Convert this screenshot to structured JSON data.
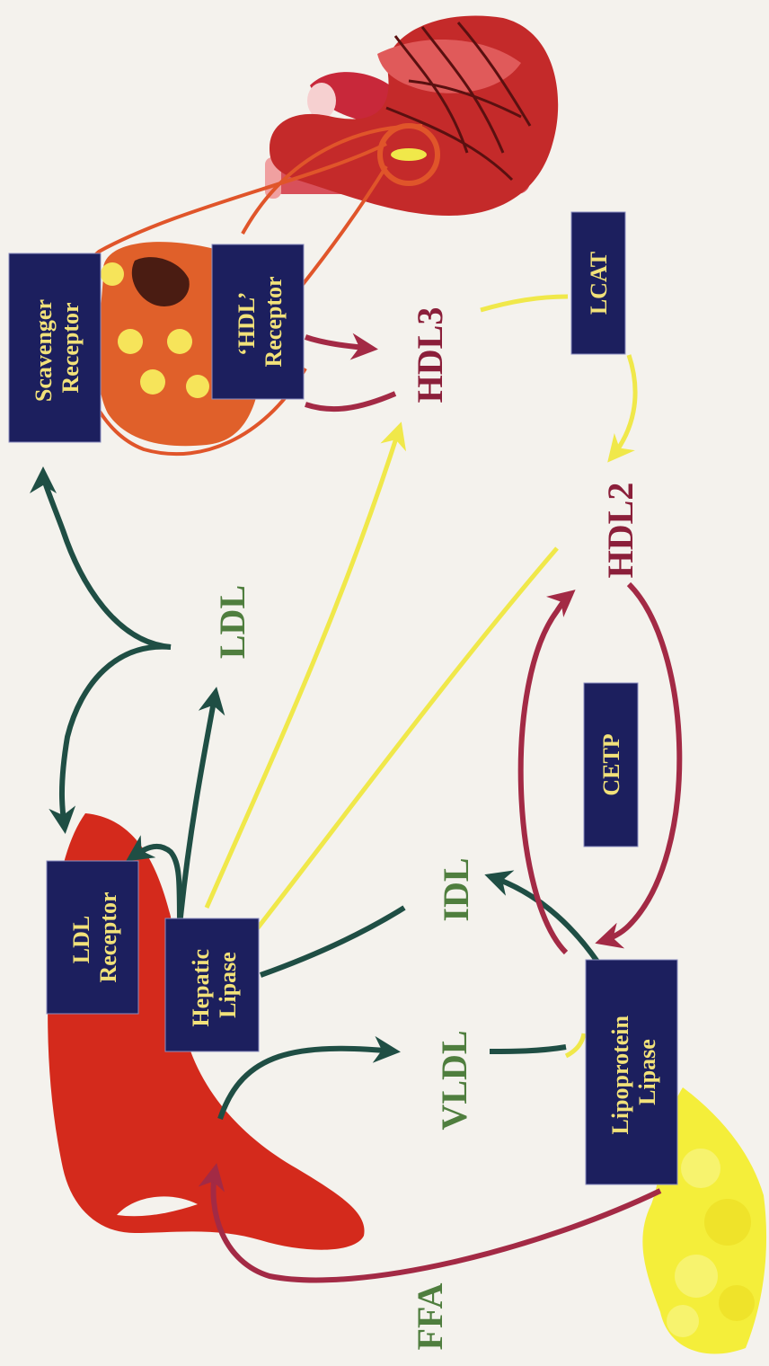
{
  "labels": {
    "ldl": "LDL",
    "vldl": "VLDL",
    "idl": "IDL",
    "hdl3": "HDL3",
    "hdl2": "HDL2",
    "ffa": "FFA"
  },
  "boxes": {
    "scavenger_receptor": [
      "Scavenger",
      "Receptor"
    ],
    "hdl_receptor": [
      "‘HDL’",
      "Receptor"
    ],
    "lcat": [
      "LCAT"
    ],
    "ldl_receptor": [
      "LDL",
      "Receptor"
    ],
    "hepatic_lipase": [
      "Hepatic",
      "Lipase"
    ],
    "cetp": [
      "CETP"
    ],
    "lipoprotein_lipase": [
      "Lipoprotein",
      "Lipase"
    ]
  },
  "colors": {
    "box_fill": "#1c1f5e",
    "box_text": "#f2e27a",
    "green_arrow": "#1f4e44",
    "red_arrow": "#a32a45",
    "yellow_arrow": "#f0e84a",
    "liver": "#d42a1c",
    "fat": "#f4ee3a",
    "orange_outline": "#e0552a",
    "label_green": "#4f7e3e",
    "label_red": "#8b1f3a"
  },
  "icons": [
    "heart-icon",
    "macrophage-icon",
    "liver-icon",
    "adipose-tissue-icon"
  ]
}
